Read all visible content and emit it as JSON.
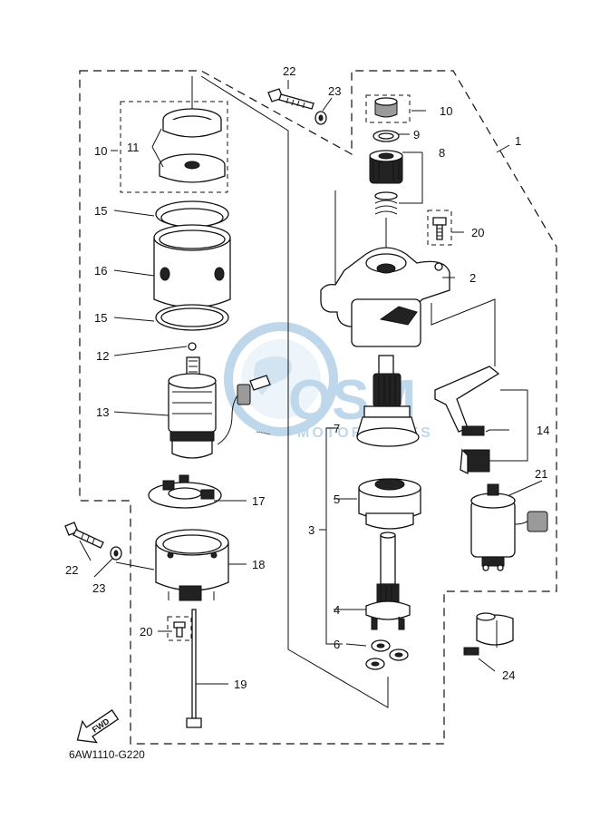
{
  "diagram_code": "6AW1110-G220",
  "direction_arrow": {
    "label": "FWD"
  },
  "watermark": {
    "brand": "OSM",
    "tagline": "MOTOR PARTS"
  },
  "cable_label": "------",
  "callouts": {
    "c1": "1",
    "c2": "2",
    "c3": "3",
    "c4": "4",
    "c5": "5",
    "c6": "6",
    "c7": "7",
    "c8": "8",
    "c9": "9",
    "c10a": "10",
    "c10b": "10",
    "c11": "11",
    "c12": "12",
    "c13": "13",
    "c14": "14",
    "c15a": "15",
    "c15b": "15",
    "c16": "16",
    "c17": "17",
    "c18": "18",
    "c19": "19",
    "c20a": "20",
    "c20b": "20",
    "c21": "21",
    "c22a": "22",
    "c22b": "22",
    "c23a": "23",
    "c23b": "23",
    "c24": "24"
  }
}
